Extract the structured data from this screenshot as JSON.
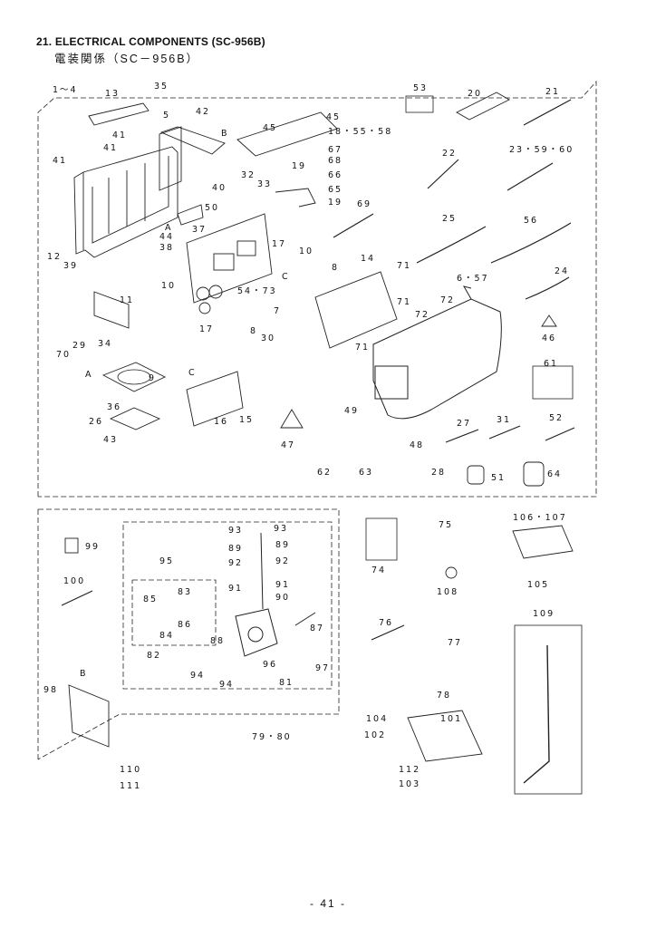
{
  "header": {
    "title": "21. ELECTRICAL COMPONENTS (SC-956B)",
    "subtitle": "電装関係（SC－956B）"
  },
  "callouts": [
    "A",
    "B",
    "C"
  ],
  "part_labels": [
    "1～4",
    "13",
    "35",
    "42",
    "5",
    "B",
    "41",
    "41",
    "41",
    "40",
    "32",
    "33",
    "45",
    "45",
    "18・55・58",
    "67",
    "68",
    "19",
    "66",
    "65",
    "19",
    "69",
    "53",
    "20",
    "21",
    "22",
    "23・59・60",
    "25",
    "56",
    "24",
    "6・57",
    "72",
    "72",
    "71",
    "71",
    "71",
    "14",
    "8",
    "10",
    "17",
    "C",
    "54・73",
    "7",
    "8",
    "30",
    "17",
    "12",
    "39",
    "37",
    "50",
    "A",
    "44",
    "38",
    "10",
    "11",
    "29",
    "34",
    "70",
    "46",
    "61",
    "9",
    "A",
    "C",
    "36",
    "26",
    "43",
    "16",
    "15",
    "49",
    "47",
    "48",
    "27",
    "31",
    "52",
    "62",
    "63",
    "28",
    "51",
    "64",
    "99",
    "100",
    "98",
    "B",
    "110",
    "111",
    "95",
    "83",
    "85",
    "86",
    "84",
    "82",
    "88",
    "94",
    "94",
    "93",
    "93",
    "89",
    "89",
    "92",
    "92",
    "91",
    "91",
    "90",
    "87",
    "96",
    "97",
    "81",
    "79・80",
    "74",
    "75",
    "108",
    "76",
    "77",
    "106・107",
    "105",
    "109",
    "78",
    "104",
    "101",
    "102",
    "112",
    "103"
  ],
  "page_number": "- 41 -"
}
